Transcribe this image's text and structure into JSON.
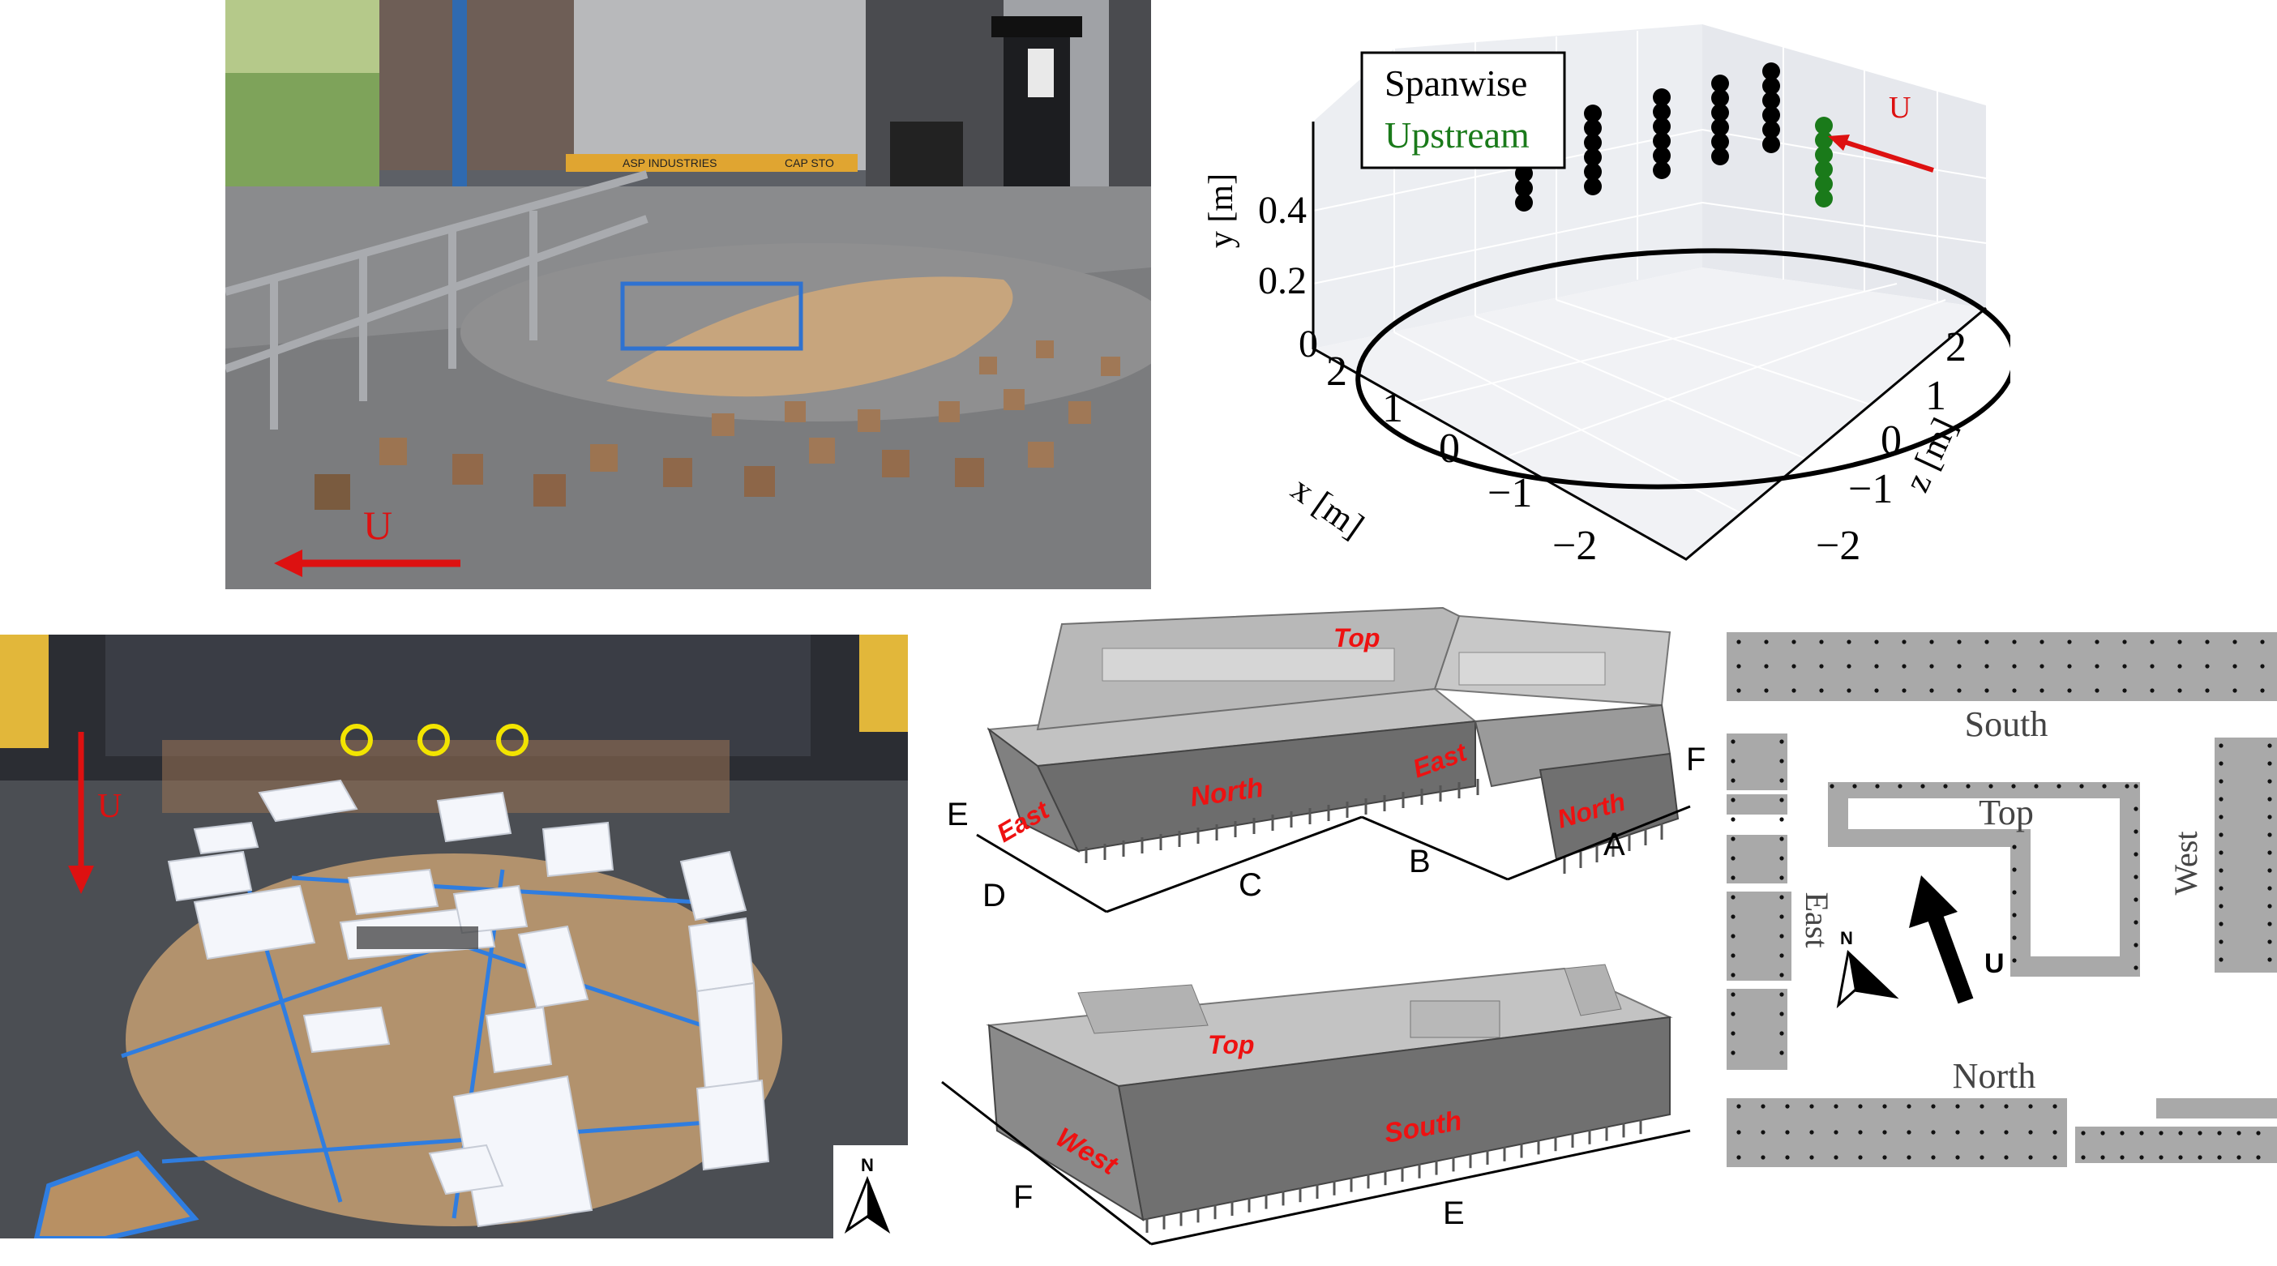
{
  "photo_top": {
    "flow_label": "U",
    "sign_a": "ASP INDUSTRIES",
    "sign_b": "CAP STO"
  },
  "plot3d": {
    "legend": [
      "Spanwise",
      "Upstream"
    ],
    "colors": {
      "spanwise": "#000000",
      "upstream": "#1a7a1a",
      "flow": "#dd1111"
    },
    "flow_label": "U",
    "y_label": "y [m]",
    "x_label": "x [m]",
    "z_label": "z [m]",
    "y_ticks": [
      "0.4",
      "0.2",
      "0"
    ],
    "x_ticks": [
      "2",
      "1",
      "0",
      "−1",
      "−2"
    ],
    "z_ticks": [
      "2",
      "1",
      "0",
      "−1",
      "−2"
    ]
  },
  "photo_bottom": {
    "flow_label": "U",
    "north_label": "N"
  },
  "building_top": {
    "faces": [
      "Top",
      "North",
      "East",
      "East",
      "North"
    ],
    "edges": [
      "E",
      "D",
      "C",
      "B",
      "A",
      "F"
    ]
  },
  "building_bottom": {
    "faces": [
      "Top",
      "West",
      "South"
    ],
    "edges": [
      "F",
      "E"
    ]
  },
  "plan": {
    "sides": [
      "South",
      "Top",
      "East",
      "West",
      "North"
    ],
    "north_label": "N",
    "flow_label": "U"
  }
}
